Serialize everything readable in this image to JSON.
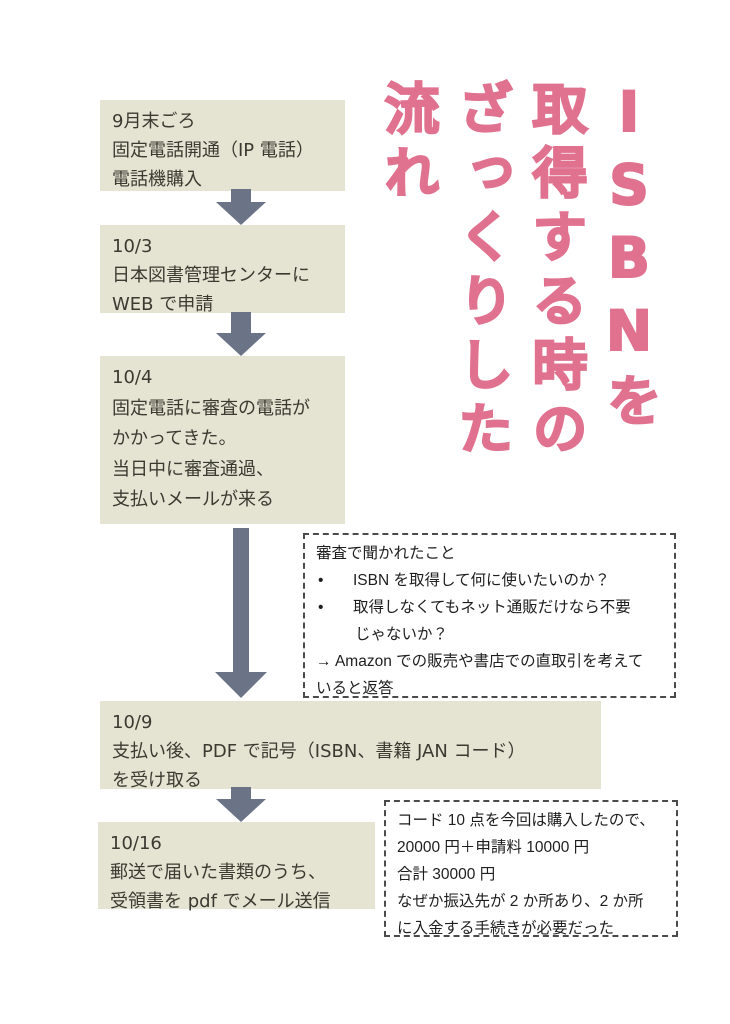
{
  "colors": {
    "accent_pink": "#e0718f",
    "box_bg": "#e5e4d2",
    "box_text": "#3a3a31",
    "arrow_gray": "#6b7486",
    "note_border": "#4b4b4b",
    "note_text": "#1e1e1e"
  },
  "title": {
    "text": "ISBNを取得する時のざっくりした流れ",
    "lines": [
      "ISBNを",
      "取得する時の",
      "ざっくりした",
      "流れ"
    ]
  },
  "flow": {
    "steps": [
      {
        "lines": [
          "9月末ごろ",
          "固定電話開通（IP 電話）",
          "電話機購入"
        ]
      },
      {
        "lines": [
          "10/3",
          "日本図書管理センターに",
          "WEB で申請"
        ]
      },
      {
        "lines": [
          "10/4",
          "固定電話に審査の電話が",
          "かかってきた。",
          "当日中に審査通過、",
          "支払いメールが来る"
        ]
      },
      {
        "lines": [
          "10/9",
          "支払い後、PDF で記号（ISBN、書籍 JAN コード）",
          "を受け取る"
        ]
      },
      {
        "lines": [
          "10/16",
          "郵送で届いた書類のうち、",
          "受領書を pdf でメール送信"
        ]
      }
    ]
  },
  "notes": {
    "review": {
      "heading": "審査で聞かれたこと",
      "bullet": "•",
      "item1": "ISBN を取得して何に使いたいのか？",
      "item2_line1": "取得しなくてもネット通販だけなら不要",
      "item2_line2": "じゃないか？",
      "answer_line1": "→ Amazon での販売や書店での直取引を考えて",
      "answer_line2": "いると返答"
    },
    "cost": {
      "line1": "コード 10 点を今回は購入したので、",
      "line2": "20000 円＋申請料 10000 円",
      "line3": "合計 30000 円",
      "line4": "なぜか振込先が 2 か所あり、2 か所",
      "line5": "に入金する手続きが必要だった"
    }
  }
}
